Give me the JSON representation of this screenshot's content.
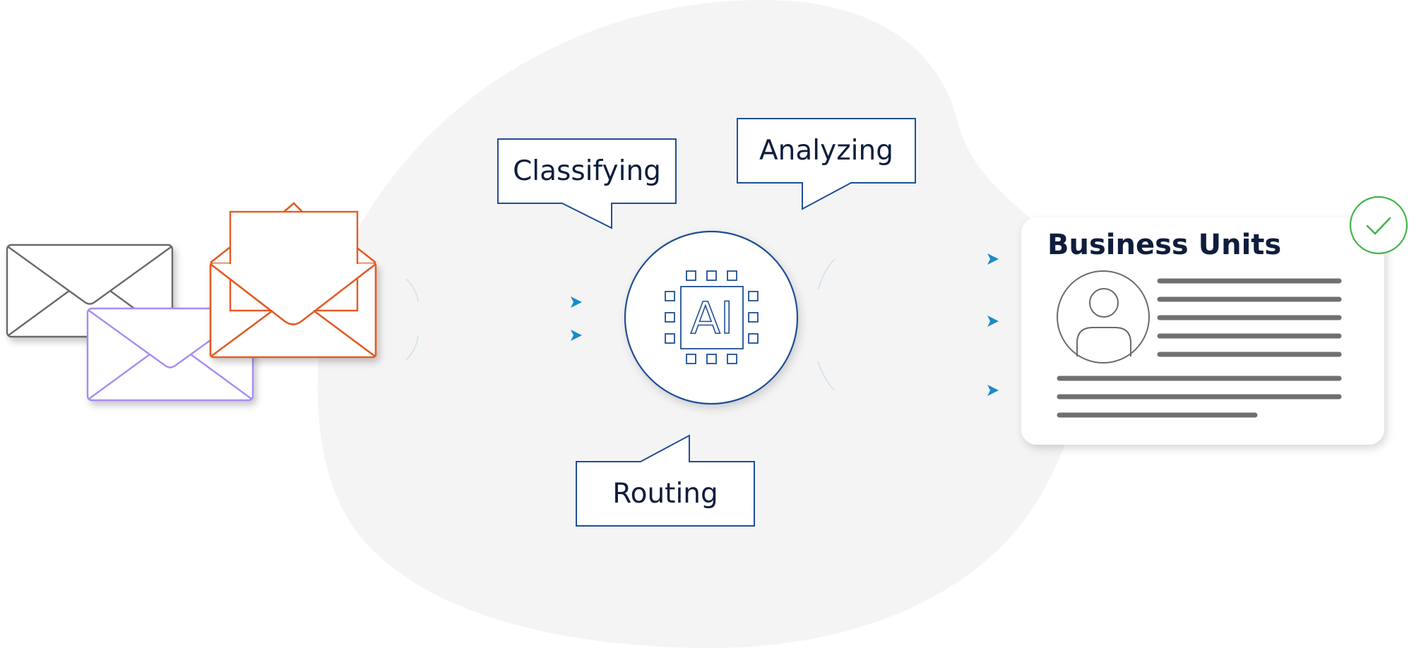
{
  "labels": {
    "classifying": "Classifying",
    "analyzing": "Analyzing",
    "routing": "Routing"
  },
  "processor": {
    "chip_label": "AI"
  },
  "card": {
    "title": "Business Units"
  },
  "icons": {
    "emails": [
      "envelope-icon",
      "envelope-icon",
      "open-envelope-icon"
    ],
    "processor": "ai-chip-icon",
    "card": "user-avatar-icon",
    "status": "checkmark-icon"
  },
  "colors": {
    "blob": "#f4f4f4",
    "envelope_gray": "#6b6b6b",
    "envelope_purple": "#a98cf2",
    "envelope_orange": "#e35b24",
    "navy": "#1f4e96",
    "text": "#0f1d3d",
    "arrow": "#1a8cc8",
    "check": "#43b549",
    "card_lines": "#707070"
  }
}
